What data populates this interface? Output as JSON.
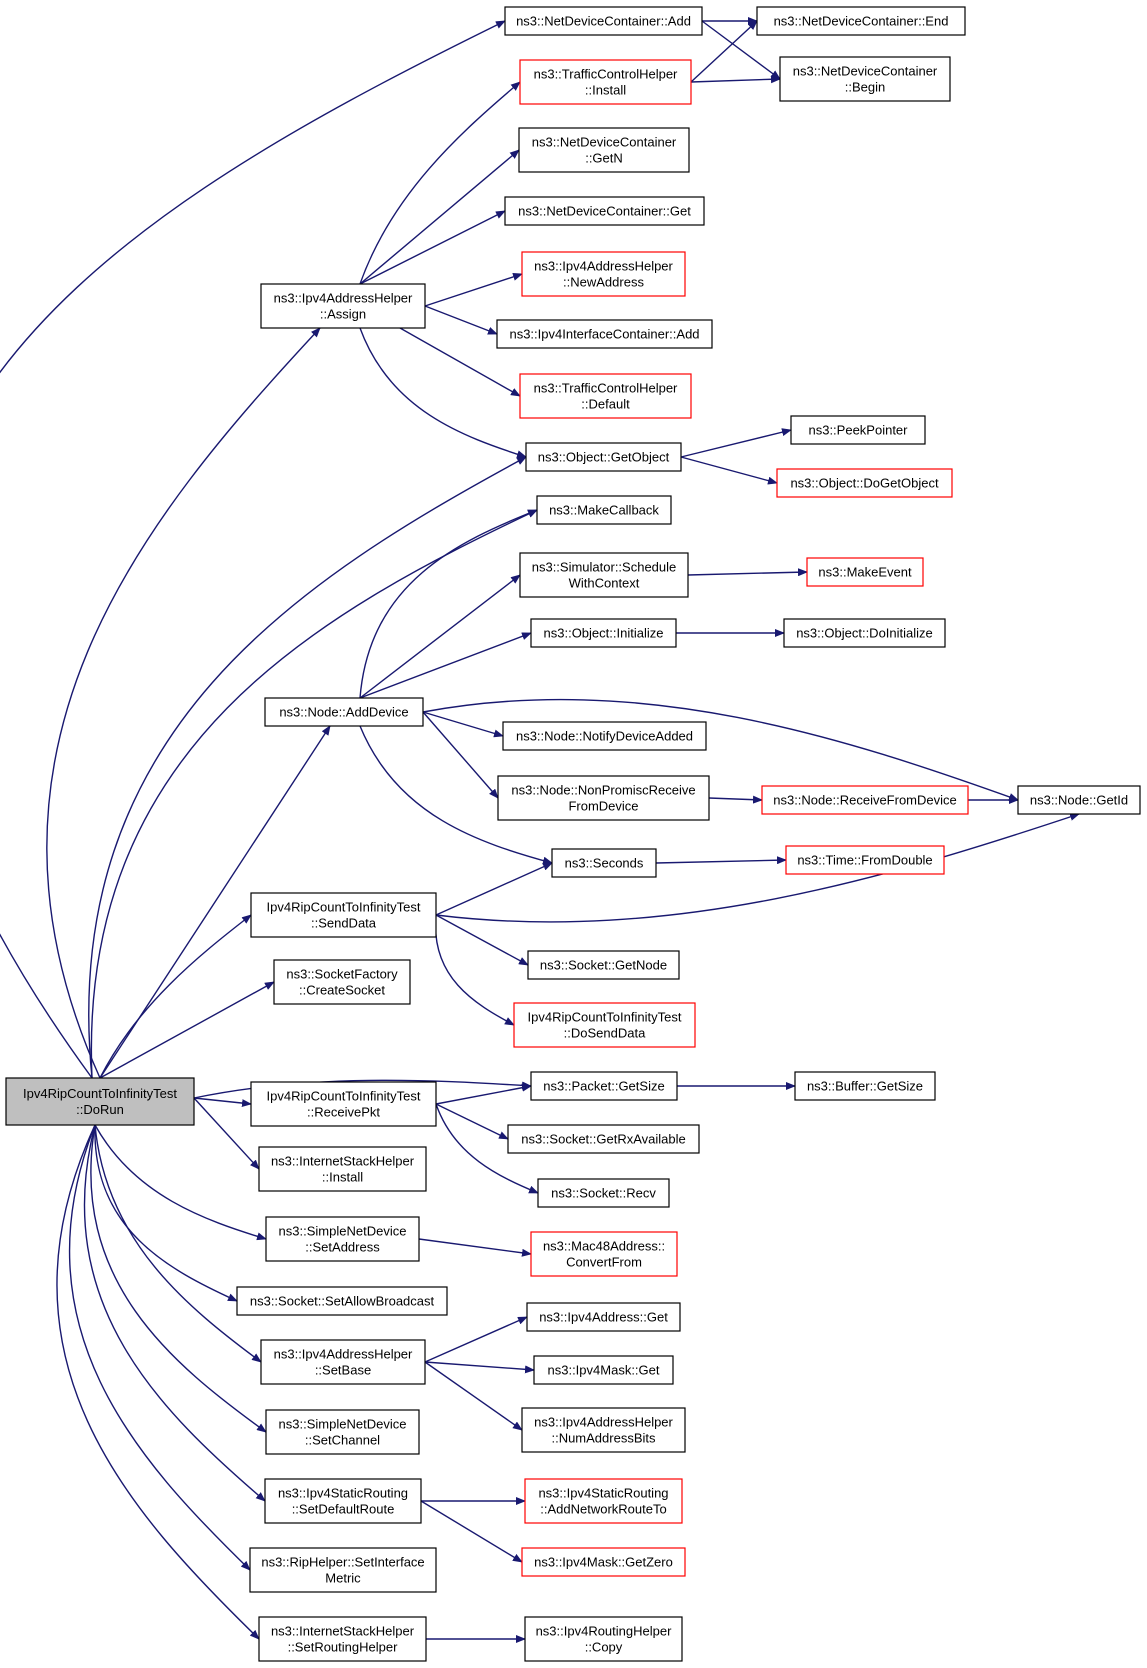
{
  "graph": {
    "root": "dorun",
    "nodes": [
      {
        "id": "dorun",
        "lines": [
          "Ipv4RipCountToInfinityTest",
          "::DoRun"
        ],
        "style": "root"
      },
      {
        "id": "ndc_add",
        "lines": [
          "ns3::NetDeviceContainer::Add"
        ],
        "style": "normal"
      },
      {
        "id": "tch_install",
        "lines": [
          "ns3::TrafficControlHelper",
          "::Install"
        ],
        "style": "red"
      },
      {
        "id": "ndc_getn",
        "lines": [
          "ns3::NetDeviceContainer",
          "::GetN"
        ],
        "style": "normal"
      },
      {
        "id": "ndc_get",
        "lines": [
          "ns3::NetDeviceContainer::Get"
        ],
        "style": "normal"
      },
      {
        "id": "ah_newaddr",
        "lines": [
          "ns3::Ipv4AddressHelper",
          "::NewAddress"
        ],
        "style": "red"
      },
      {
        "id": "ah_assign",
        "lines": [
          "ns3::Ipv4AddressHelper",
          "::Assign"
        ],
        "style": "normal"
      },
      {
        "id": "ic_add",
        "lines": [
          "ns3::Ipv4InterfaceContainer::Add"
        ],
        "style": "normal"
      },
      {
        "id": "tch_default",
        "lines": [
          "ns3::TrafficControlHelper",
          "::Default"
        ],
        "style": "red"
      },
      {
        "id": "obj_getobject",
        "lines": [
          "ns3::Object::GetObject"
        ],
        "style": "normal"
      },
      {
        "id": "makecallback",
        "lines": [
          "ns3::MakeCallback"
        ],
        "style": "normal"
      },
      {
        "id": "sim_schedule",
        "lines": [
          "ns3::Simulator::Schedule",
          "WithContext"
        ],
        "style": "normal"
      },
      {
        "id": "obj_initialize",
        "lines": [
          "ns3::Object::Initialize"
        ],
        "style": "normal"
      },
      {
        "id": "node_adddevice",
        "lines": [
          "ns3::Node::AddDevice"
        ],
        "style": "normal"
      },
      {
        "id": "node_notify",
        "lines": [
          "ns3::Node::NotifyDeviceAdded"
        ],
        "style": "normal"
      },
      {
        "id": "node_nonpromisc",
        "lines": [
          "ns3::Node::NonPromiscReceive",
          "FromDevice"
        ],
        "style": "normal"
      },
      {
        "id": "seconds",
        "lines": [
          "ns3::Seconds"
        ],
        "style": "normal"
      },
      {
        "id": "senddata",
        "lines": [
          "Ipv4RipCountToInfinityTest",
          "::SendData"
        ],
        "style": "normal"
      },
      {
        "id": "sock_getnode",
        "lines": [
          "ns3::Socket::GetNode"
        ],
        "style": "normal"
      },
      {
        "id": "dosenddata",
        "lines": [
          "Ipv4RipCountToInfinityTest",
          "::DoSendData"
        ],
        "style": "red"
      },
      {
        "id": "sf_create",
        "lines": [
          "ns3::SocketFactory",
          "::CreateSocket"
        ],
        "style": "normal"
      },
      {
        "id": "pkt_getsize",
        "lines": [
          "ns3::Packet::GetSize"
        ],
        "style": "normal"
      },
      {
        "id": "receivepkt",
        "lines": [
          "Ipv4RipCountToInfinityTest",
          "::ReceivePkt"
        ],
        "style": "normal"
      },
      {
        "id": "sock_getrx",
        "lines": [
          "ns3::Socket::GetRxAvailable"
        ],
        "style": "normal"
      },
      {
        "id": "sock_recv",
        "lines": [
          "ns3::Socket::Recv"
        ],
        "style": "normal"
      },
      {
        "id": "ish_install",
        "lines": [
          "ns3::InternetStackHelper",
          "::Install"
        ],
        "style": "normal"
      },
      {
        "id": "snd_setaddr",
        "lines": [
          "ns3::SimpleNetDevice",
          "::SetAddress"
        ],
        "style": "normal"
      },
      {
        "id": "mac48_convert",
        "lines": [
          "ns3::Mac48Address::",
          "ConvertFrom"
        ],
        "style": "red"
      },
      {
        "id": "sock_setbcast",
        "lines": [
          "ns3::Socket::SetAllowBroadcast"
        ],
        "style": "normal"
      },
      {
        "id": "ah_setbase",
        "lines": [
          "ns3::Ipv4AddressHelper",
          "::SetBase"
        ],
        "style": "normal"
      },
      {
        "id": "addr_get",
        "lines": [
          "ns3::Ipv4Address::Get"
        ],
        "style": "normal"
      },
      {
        "id": "mask_get",
        "lines": [
          "ns3::Ipv4Mask::Get"
        ],
        "style": "normal"
      },
      {
        "id": "ah_numbits",
        "lines": [
          "ns3::Ipv4AddressHelper",
          "::NumAddressBits"
        ],
        "style": "normal"
      },
      {
        "id": "snd_setchannel",
        "lines": [
          "ns3::SimpleNetDevice",
          "::SetChannel"
        ],
        "style": "normal"
      },
      {
        "id": "sr_setdefault",
        "lines": [
          "ns3::Ipv4StaticRouting",
          "::SetDefaultRoute"
        ],
        "style": "normal"
      },
      {
        "id": "sr_addnet",
        "lines": [
          "ns3::Ipv4StaticRouting",
          "::AddNetworkRouteTo"
        ],
        "style": "red"
      },
      {
        "id": "mask_getzero",
        "lines": [
          "ns3::Ipv4Mask::GetZero"
        ],
        "style": "red"
      },
      {
        "id": "rip_setmetric",
        "lines": [
          "ns3::RipHelper::SetInterface",
          "Metric"
        ],
        "style": "normal"
      },
      {
        "id": "ish_setrouting",
        "lines": [
          "ns3::InternetStackHelper",
          "::SetRoutingHelper"
        ],
        "style": "normal"
      },
      {
        "id": "rh_copy",
        "lines": [
          "ns3::Ipv4RoutingHelper",
          "::Copy"
        ],
        "style": "normal"
      },
      {
        "id": "ndc_end",
        "lines": [
          "ns3::NetDeviceContainer::End"
        ],
        "style": "normal"
      },
      {
        "id": "ndc_begin",
        "lines": [
          "ns3::NetDeviceContainer",
          "::Begin"
        ],
        "style": "normal"
      },
      {
        "id": "peekpointer",
        "lines": [
          "ns3::PeekPointer"
        ],
        "style": "normal"
      },
      {
        "id": "obj_dogetobject",
        "lines": [
          "ns3::Object::DoGetObject"
        ],
        "style": "red"
      },
      {
        "id": "makeevent",
        "lines": [
          "ns3::MakeEvent"
        ],
        "style": "red"
      },
      {
        "id": "obj_doinit",
        "lines": [
          "ns3::Object::DoInitialize"
        ],
        "style": "normal"
      },
      {
        "id": "node_recvfrom",
        "lines": [
          "ns3::Node::ReceiveFromDevice"
        ],
        "style": "red"
      },
      {
        "id": "time_fromdouble",
        "lines": [
          "ns3::Time::FromDouble"
        ],
        "style": "red"
      },
      {
        "id": "buf_getsize",
        "lines": [
          "ns3::Buffer::GetSize"
        ],
        "style": "normal"
      },
      {
        "id": "node_getid",
        "lines": [
          "ns3::Node::GetId"
        ],
        "style": "normal"
      }
    ],
    "edges": [
      [
        "dorun",
        "ndc_add"
      ],
      [
        "dorun",
        "ah_assign"
      ],
      [
        "dorun",
        "obj_getobject"
      ],
      [
        "dorun",
        "makecallback"
      ],
      [
        "dorun",
        "node_adddevice"
      ],
      [
        "dorun",
        "senddata"
      ],
      [
        "dorun",
        "sf_create"
      ],
      [
        "dorun",
        "pkt_getsize"
      ],
      [
        "dorun",
        "receivepkt"
      ],
      [
        "dorun",
        "ish_install"
      ],
      [
        "dorun",
        "snd_setaddr"
      ],
      [
        "dorun",
        "sock_setbcast"
      ],
      [
        "dorun",
        "ah_setbase"
      ],
      [
        "dorun",
        "snd_setchannel"
      ],
      [
        "dorun",
        "sr_setdefault"
      ],
      [
        "dorun",
        "rip_setmetric"
      ],
      [
        "dorun",
        "ish_setrouting"
      ],
      [
        "ndc_add",
        "ndc_end"
      ],
      [
        "ndc_add",
        "ndc_begin"
      ],
      [
        "tch_install",
        "ndc_end"
      ],
      [
        "tch_install",
        "ndc_begin"
      ],
      [
        "ah_assign",
        "tch_install"
      ],
      [
        "ah_assign",
        "ndc_getn"
      ],
      [
        "ah_assign",
        "ndc_get"
      ],
      [
        "ah_assign",
        "ah_newaddr"
      ],
      [
        "ah_assign",
        "ic_add"
      ],
      [
        "ah_assign",
        "tch_default"
      ],
      [
        "ah_assign",
        "obj_getobject"
      ],
      [
        "obj_getobject",
        "peekpointer"
      ],
      [
        "obj_getobject",
        "obj_dogetobject"
      ],
      [
        "node_adddevice",
        "makecallback"
      ],
      [
        "node_adddevice",
        "sim_schedule"
      ],
      [
        "node_adddevice",
        "obj_initialize"
      ],
      [
        "node_adddevice",
        "node_getid"
      ],
      [
        "node_adddevice",
        "node_notify"
      ],
      [
        "node_adddevice",
        "node_nonpromisc"
      ],
      [
        "node_adddevice",
        "seconds"
      ],
      [
        "sim_schedule",
        "makeevent"
      ],
      [
        "obj_initialize",
        "obj_doinit"
      ],
      [
        "node_nonpromisc",
        "node_recvfrom"
      ],
      [
        "node_recvfrom",
        "node_getid"
      ],
      [
        "seconds",
        "time_fromdouble"
      ],
      [
        "senddata",
        "seconds"
      ],
      [
        "senddata",
        "node_getid"
      ],
      [
        "senddata",
        "sock_getnode"
      ],
      [
        "senddata",
        "dosenddata"
      ],
      [
        "receivepkt",
        "pkt_getsize"
      ],
      [
        "receivepkt",
        "sock_getrx"
      ],
      [
        "receivepkt",
        "sock_recv"
      ],
      [
        "pkt_getsize",
        "buf_getsize"
      ],
      [
        "snd_setaddr",
        "mac48_convert"
      ],
      [
        "ah_setbase",
        "addr_get"
      ],
      [
        "ah_setbase",
        "mask_get"
      ],
      [
        "ah_setbase",
        "ah_numbits"
      ],
      [
        "sr_setdefault",
        "sr_addnet"
      ],
      [
        "sr_setdefault",
        "mask_getzero"
      ],
      [
        "ish_setrouting",
        "rh_copy"
      ]
    ]
  }
}
